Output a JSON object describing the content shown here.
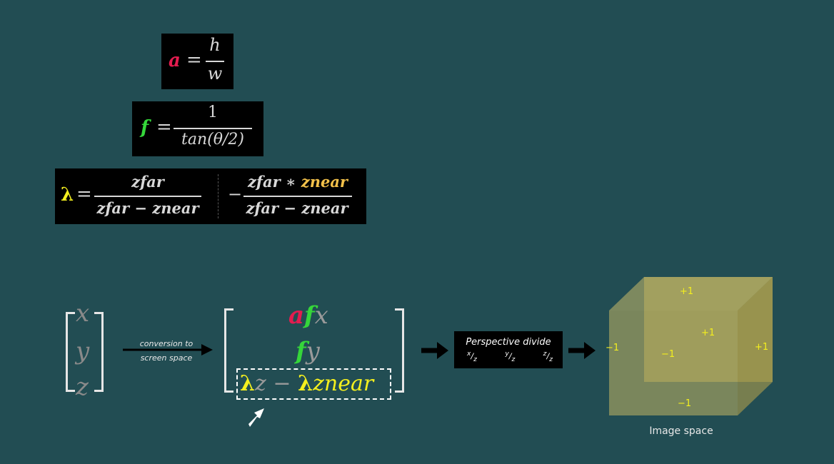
{
  "colors": {
    "background": "#224d53",
    "a": "#e31c4f",
    "f": "#35d63a",
    "lambda": "#f4ef1e",
    "znear": "#f3c14a",
    "cube_label": "#f4ef1e"
  },
  "eq_a": {
    "lhs": "a",
    "eq": "=",
    "num": "h",
    "den": "w"
  },
  "eq_f": {
    "lhs": "f",
    "eq": "=",
    "num": "1",
    "den": "tan(θ/2)"
  },
  "eq_l": {
    "lhs": "λ",
    "eq": "=",
    "num1": "zfar",
    "den1": "zfar − znear",
    "minus": "−",
    "num2a": "zfar ∗ ",
    "num2b": "znear",
    "den2": "zfar − znear"
  },
  "input_vec": [
    "x",
    "y",
    "z"
  ],
  "conversion_label": [
    "conversion to",
    "screen space"
  ],
  "matrix": {
    "row1": [
      "a",
      "f",
      "x"
    ],
    "row2": [
      "f",
      "y"
    ],
    "row3": [
      "λ",
      "z − ",
      "λ",
      "znear"
    ]
  },
  "pd_box": {
    "title": "Perspective divide",
    "terms": [
      [
        "x",
        "z"
      ],
      [
        "y",
        "z"
      ],
      [
        "z",
        "z"
      ]
    ]
  },
  "cube": {
    "labels": {
      "top": "+1",
      "bottom": "−1",
      "left": "−1",
      "right": "+1",
      "front": "+1",
      "back": "−1"
    },
    "caption": "Image space"
  },
  "icons": [
    "arrow-right-icon",
    "cursor-arrow-icon"
  ]
}
